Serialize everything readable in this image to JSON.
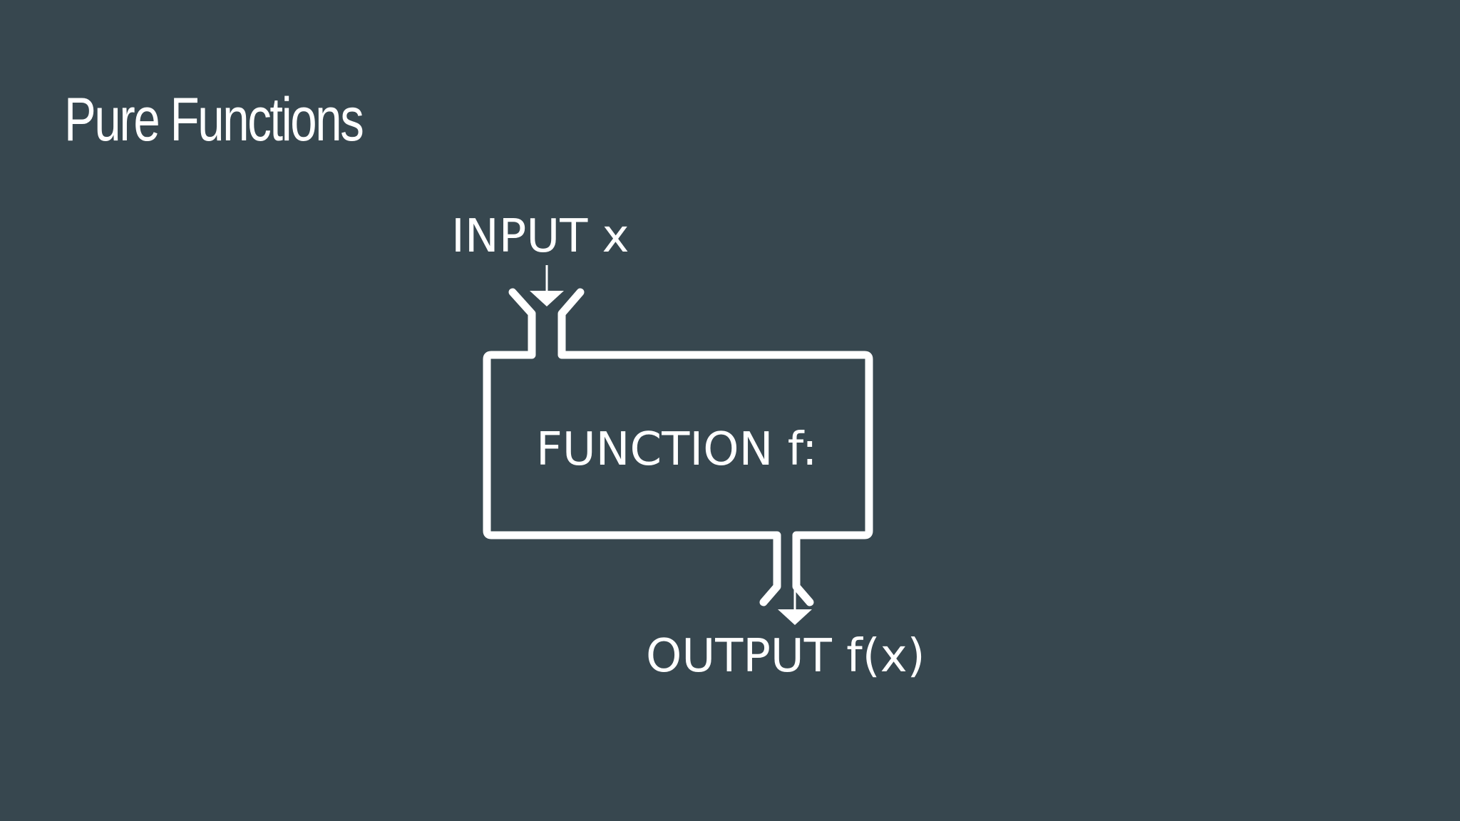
{
  "slide": {
    "title": "Pure Functions"
  },
  "diagram": {
    "input_label": "INPUT x",
    "function_label": "FUNCTION f:",
    "output_label": "OUTPUT f(x)",
    "stroke_color": "#ffffff",
    "background_color": "#37474f"
  }
}
